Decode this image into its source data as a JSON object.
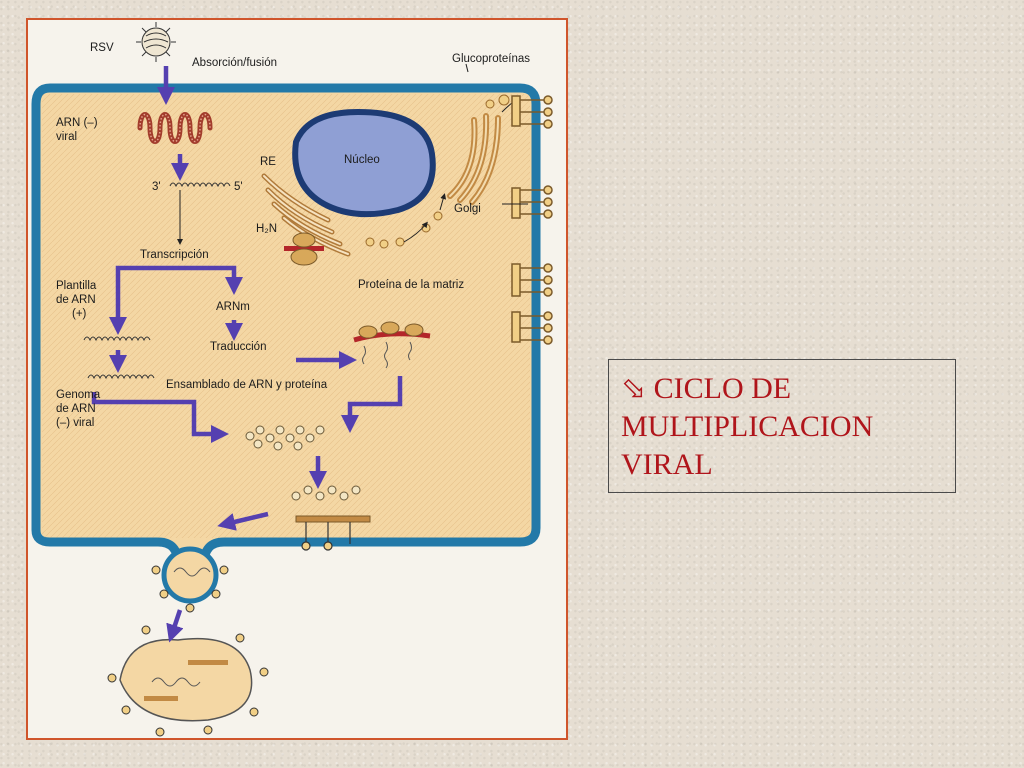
{
  "figure": {
    "labels": {
      "rsv": "RSV",
      "absorcion": "Absorción/fusión",
      "glucoproteinas": "Glucoproteínas",
      "arn_viral_1": "ARN (–)",
      "arn_viral_2": "viral",
      "re": "RE",
      "nucleo": "Núcleo",
      "three_prime": "3'",
      "five_prime": "5'",
      "golgi": "Golgi",
      "h2n": "H₂N",
      "transcripcion": "Transcripción",
      "proteina_matriz": "Proteína de la matriz",
      "plantilla_1": "Plantilla",
      "plantilla_2": "de ARN",
      "plantilla_3": "(+)",
      "arnm": "ARNm",
      "traduccion": "Traducción",
      "ensamblado": "Ensamblado de ARN y proteína",
      "genoma_1": "Genoma",
      "genoma_2": "de ARN",
      "genoma_3": "(–) viral"
    }
  },
  "caption": {
    "icon": "arrow-icon",
    "icon_glyph": "⬂",
    "line1": "CICLO DE",
    "line2": "MULTIPLICACION",
    "line3": "VIRAL"
  },
  "colors": {
    "frame": "#d0552b",
    "cell_fill": "#f4d7a4",
    "membrane": "#2379a8",
    "arrow": "#5540b0",
    "nucleus": "#8f9fd4",
    "caption_text": "#b0151b"
  }
}
